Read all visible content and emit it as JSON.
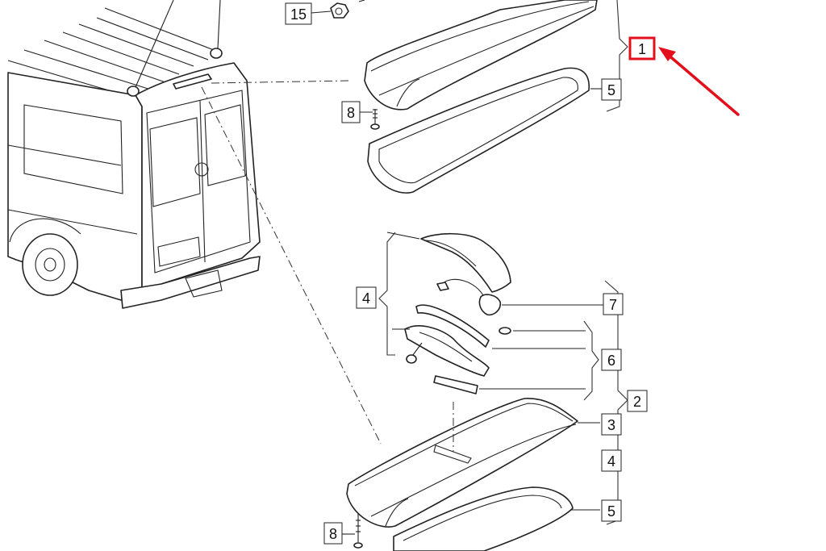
{
  "diagram": {
    "callouts": {
      "c15": "15",
      "c1": "1",
      "c5_top": "5",
      "c8_top": "8",
      "c4_left": "4",
      "c7": "7",
      "c6": "6",
      "c2": "2",
      "c3": "3",
      "c4_right": "4",
      "c5_bottom": "5",
      "c8_bottom": "8"
    },
    "colors": {
      "line": "#222222",
      "highlight": "#e3101b",
      "background": "#ffffff"
    },
    "icons": {
      "arrow": "red-arrow-pointer",
      "highlight": "red-highlight-box"
    }
  }
}
